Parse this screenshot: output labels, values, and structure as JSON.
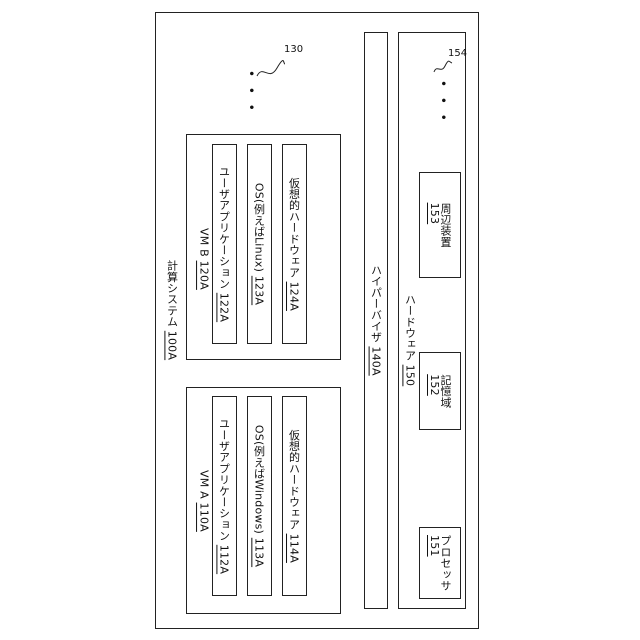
{
  "system": {
    "label": "計算システム",
    "ref": "100A"
  },
  "vm_b": {
    "label": "VM B",
    "ref": "120A",
    "items": [
      {
        "label": "ユーザアプリケーション",
        "ref": "122A"
      },
      {
        "label": "OS(例えばLinux)",
        "ref": "123A"
      },
      {
        "label": "仮想的ハードウェア",
        "ref": "124A"
      }
    ]
  },
  "vm_a": {
    "label": "VM A",
    "ref": "110A",
    "items": [
      {
        "label": "ユーザアプリケーション",
        "ref": "112A"
      },
      {
        "label": "OS(例えばWindows)",
        "ref": "113A"
      },
      {
        "label": "仮想的ハードウェア",
        "ref": "114A"
      }
    ]
  },
  "hypervisor": {
    "label": "ハイパーバイザ",
    "ref": "140A"
  },
  "hardware": {
    "label": "ハードウェア",
    "ref": "150",
    "processor": {
      "label": "プロセッサ",
      "ref": "151"
    },
    "memory": {
      "label": "記憶域",
      "ref": "152"
    },
    "peripheral": {
      "label": "周辺装置",
      "ref": "153"
    }
  },
  "annotations": {
    "vms_more_ref": "130",
    "hw_more_ref": "154",
    "ellipsis": "• • •"
  }
}
